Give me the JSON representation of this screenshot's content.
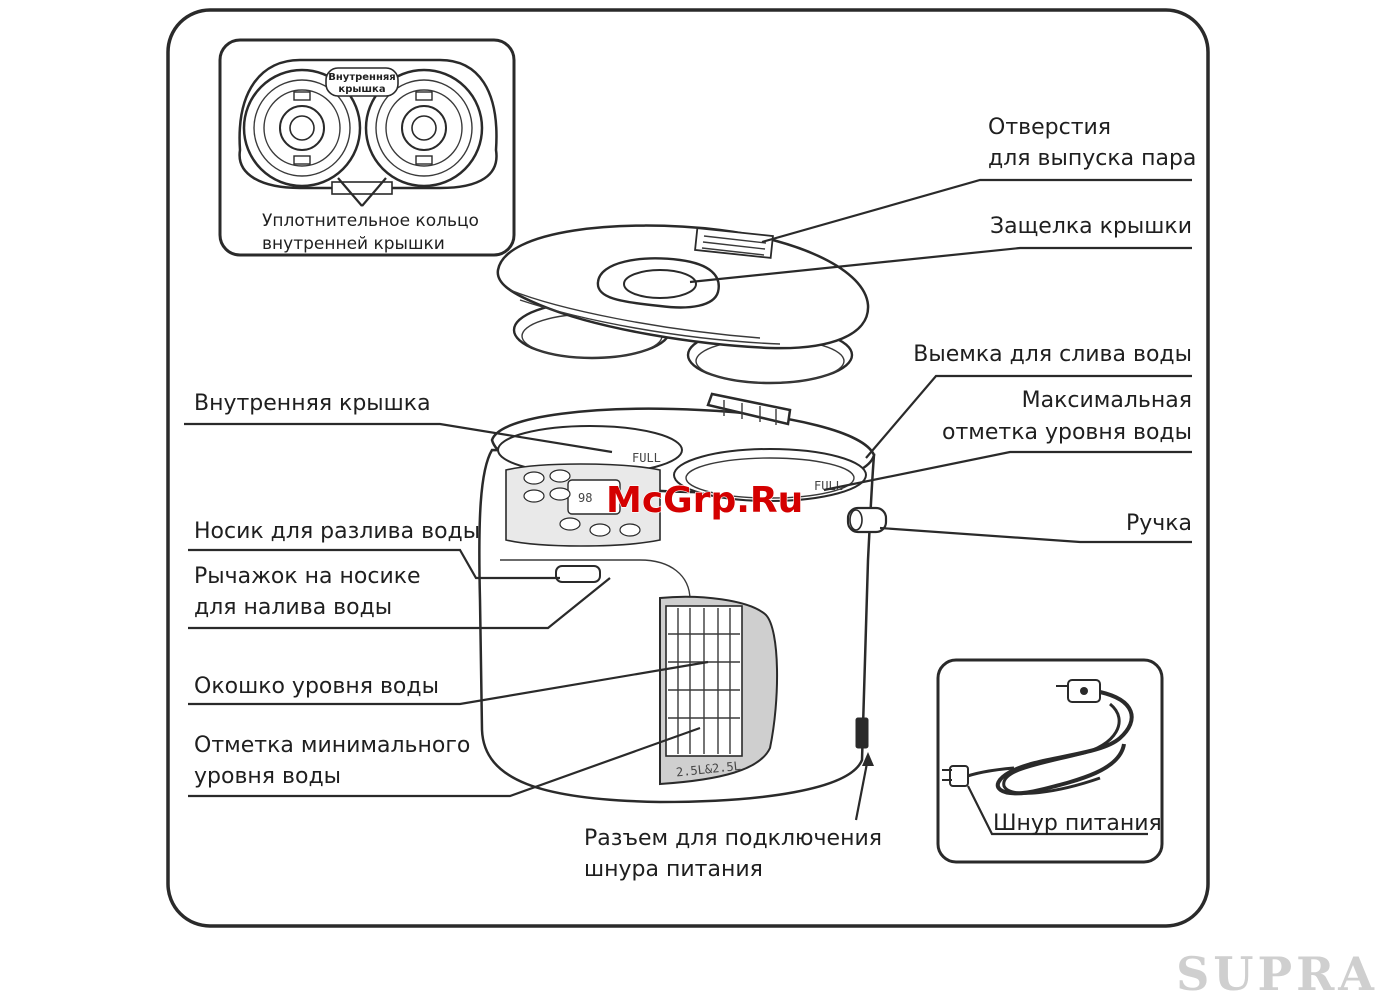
{
  "labels": {
    "inner_lid_badge": [
      "Внутренняя",
      "крышка"
    ],
    "inner_lid_seal": [
      "Уплотнительное кольцо",
      "внутренней крышки"
    ],
    "steam_vents": [
      "Отверстия",
      "для выпуска пара"
    ],
    "lid_latch": "Защелка крышки",
    "drain_notch": "Выемка для слива воды",
    "max_water_mark": [
      "Максимальная",
      "отметка уровня воды"
    ],
    "inner_lid": "Внутренняя крышка",
    "handle": "Ручка",
    "spout": "Носик для разлива воды",
    "spout_lever": [
      "Рычажок на носике",
      "для налива воды"
    ],
    "water_window": "Окошко уровня воды",
    "min_water_mark": [
      "Отметка минимального",
      "уровня воды"
    ],
    "power_connector": [
      "Разъем для подключения",
      "шнура питания"
    ],
    "power_cord": "Шнур питания"
  },
  "device_marks": {
    "capacity": "2.5L&2.5L",
    "full_mark": "FULL",
    "display_temp": "98"
  },
  "watermark": "McGrp.Ru",
  "brand": "SUPRA"
}
